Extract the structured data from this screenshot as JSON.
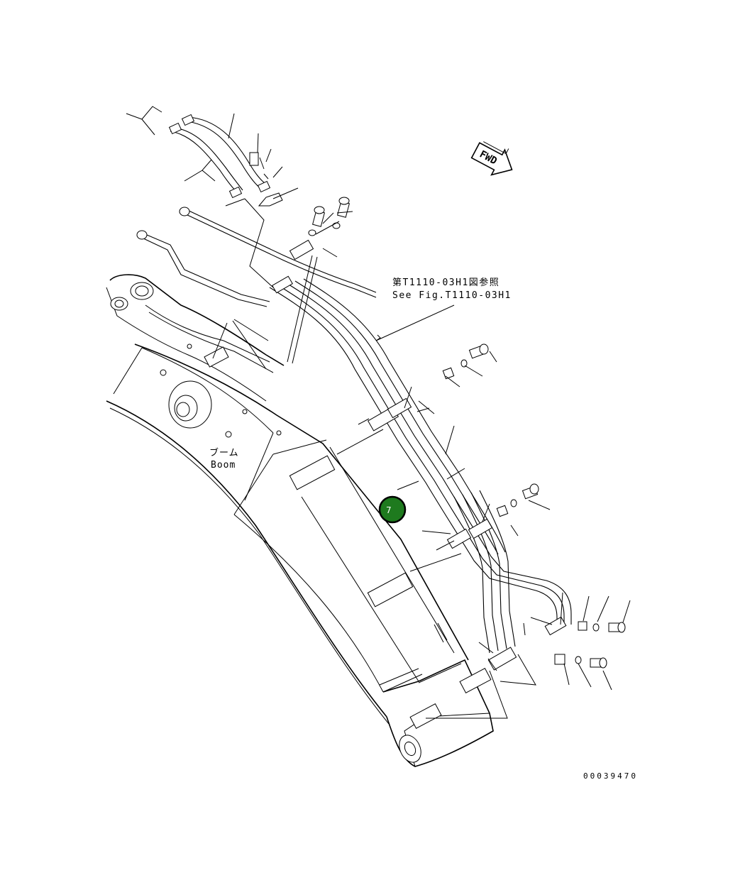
{
  "reference": {
    "japanese": "第T1110-03H1図参照",
    "english": "See Fig.T1110-03H1"
  },
  "boom_label": {
    "japanese": "ブーム",
    "english": "Boom"
  },
  "fwd_label": "FWD",
  "document_number": "00039470",
  "callouts": [
    {
      "number": "7",
      "color": "#1e7a1e"
    }
  ],
  "colors": {
    "line": "#000000",
    "background": "#ffffff",
    "callout_fill": "#1e7a1e"
  }
}
